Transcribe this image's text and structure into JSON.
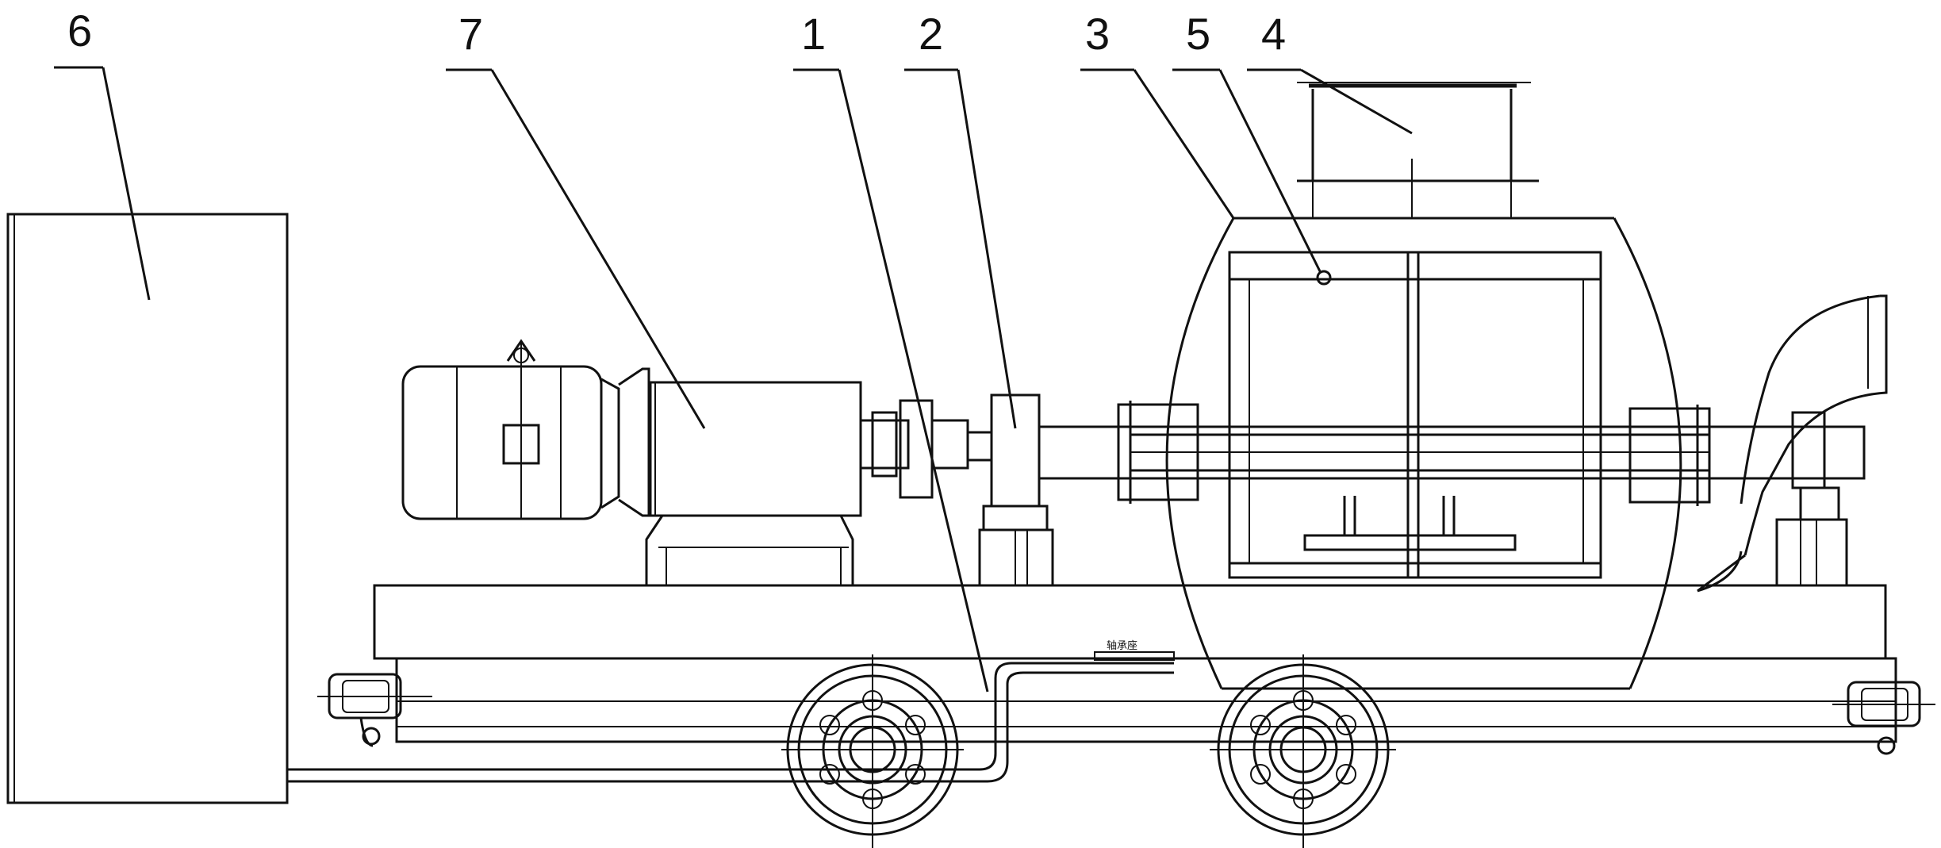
{
  "callouts": {
    "c1": "1",
    "c2": "2",
    "c3": "3",
    "c4": "4",
    "c5": "5",
    "c6": "6",
    "c7": "7"
  },
  "plate_mark": "轴承座"
}
